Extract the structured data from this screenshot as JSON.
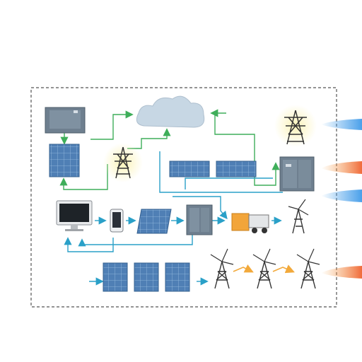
{
  "diagram": {
    "background": "#ffffff",
    "frame_color": "#555555",
    "wire_green": "#3fae5a",
    "wire_blue": "#2aa0c8",
    "wire_orange": "#f2a93b",
    "panel_color": "#4f7fb5",
    "cabinet_color": "#6e7f8f",
    "cloud_color": "#b9cbd9",
    "halo_color": "#f7eaa0",
    "tower_color": "#333333",
    "generator_color": "#f2a53a",
    "arrow_blue": "#5aa8e6",
    "arrow_orange": "#f07a4a"
  },
  "components": {
    "top_left_cabinet": "battery-cabinet-icon",
    "panels": "solar-panel-icon",
    "transmission_towers": "transmission-tower-icon",
    "wind_turbines": "wind-turbine-icon",
    "monitor": "desktop-monitor-icon",
    "phone": "smartphone-icon",
    "inverter": "inverter-cabinet-icon",
    "generator": "generator-icon",
    "cloud": "cloud-icon"
  },
  "external_feeds": [
    {
      "direction": "in",
      "color": "#5aa8e6"
    },
    {
      "direction": "in",
      "color": "#f07a4a"
    },
    {
      "direction": "in",
      "color": "#5aa8e6"
    },
    {
      "direction": "in",
      "color": "#f07a4a"
    }
  ]
}
